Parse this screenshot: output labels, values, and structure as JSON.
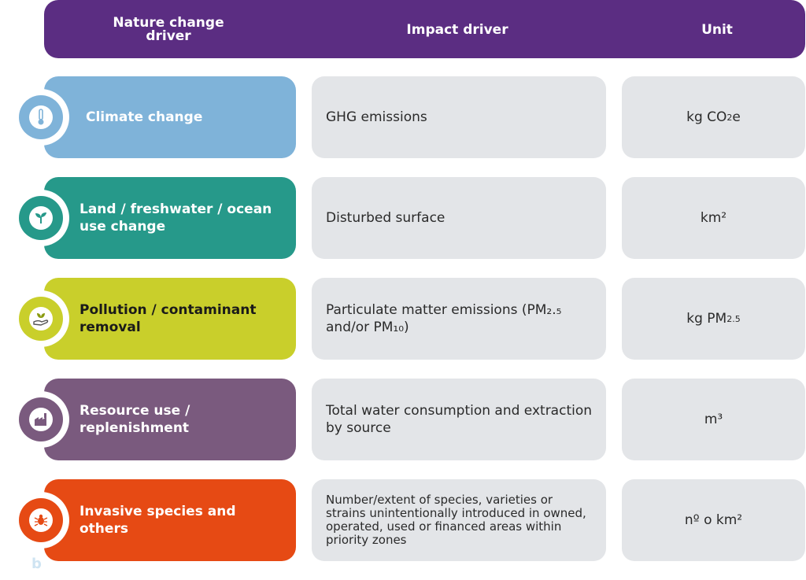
{
  "header": {
    "col1": "Nature change driver",
    "col2": "Impact driver",
    "col3": "Unit"
  },
  "rows": [
    {
      "driver": "Climate change",
      "impact": "GHG emissions",
      "unit_base": "kg CO",
      "unit_sub": "2",
      "unit_tail": "e",
      "color": "#7fb3d9",
      "icon": "thermometer-icon"
    },
    {
      "driver": "Land / freshwater / ocean use change",
      "impact": "Disturbed surface",
      "unit_base": "km²",
      "color": "#26998a",
      "icon": "plant-sprout-icon"
    },
    {
      "driver": "Pollution / contaminant removal",
      "impact": " Particulate matter emissions (PM₂.₅ and/or PM₁₀)",
      "unit_base": "kg PM",
      "unit_sub": "2.5",
      "color": "#c9cf2b",
      "icon": "hand-leaf-icon"
    },
    {
      "driver": "Resource use / replenishment",
      "impact": "Total water consumption and extraction by source",
      "unit_base": "m³",
      "color": "#7a5a7e",
      "icon": "factory-icon"
    },
    {
      "driver": "Invasive species and others",
      "impact": "Number/extent of species, varieties or strains unintentionally introduced in owned, operated, used or financed areas within priority zones",
      "unit_base": "nº o km²",
      "color": "#e64a14",
      "icon": "bug-icon"
    }
  ],
  "logo": "b"
}
